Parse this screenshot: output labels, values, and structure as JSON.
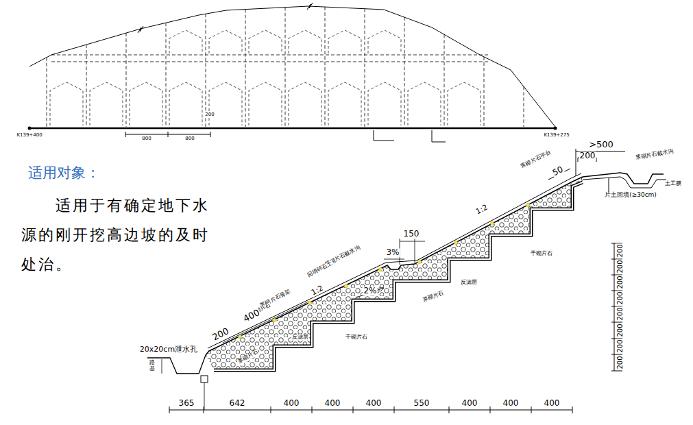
{
  "diagram": {
    "labels": [
      "K139+400",
      "K139+275",
      "800",
      "800",
      "200",
      "适用对象：",
      "适用于有确定地下水源的刚开挖高边坡的及时处治。",
      ">500",
      "200",
      "50",
      "浆砌片石平台",
      "浆砌片石截水沟",
      "片土回填(≥30cm)",
      "土工膜",
      "1:2",
      "150",
      "3%",
      "浆砌片石截水沟",
      "回填碎石土",
      "干砌片石",
      "1:2",
      "浆砌片石骨架",
      "浆砌片石",
      "2%",
      "反滤层",
      "浆砌片石",
      "400",
      "200",
      "反滤层",
      "干砌片石",
      "20x20cm泄水孔",
      "路基",
      "浆砌片石",
      "365",
      "642",
      "400",
      "400",
      "400",
      "550",
      "400",
      "400",
      "400",
      "200",
      "200",
      "200",
      "200",
      "200",
      "200",
      "200",
      "200"
    ]
  }
}
